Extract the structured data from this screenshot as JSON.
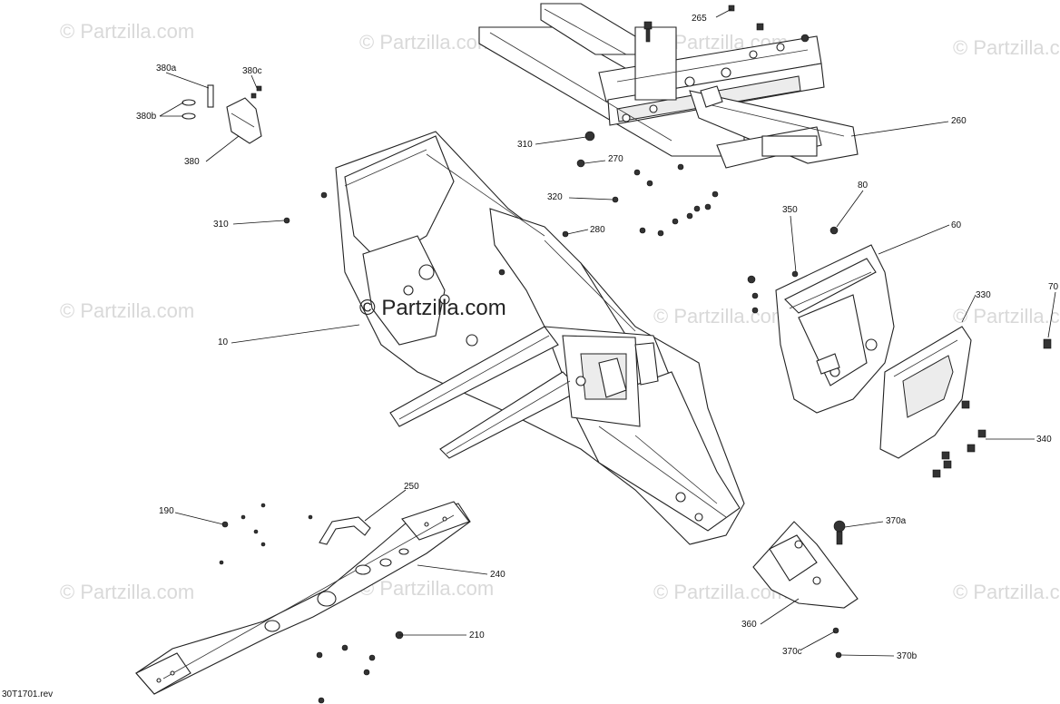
{
  "watermark": "© Partzilla.com",
  "center_watermark": "© Partzilla.com",
  "reference": "30T1701.rev",
  "callouts": {
    "c265": "265",
    "c260": "260",
    "c380a": "380a",
    "c380c": "380c",
    "c380b": "380b",
    "c380": "380",
    "c310a": "310",
    "c270": "270",
    "c310b": "310",
    "c320": "320",
    "c280": "280",
    "c80": "80",
    "c350": "350",
    "c60": "60",
    "c70": "70",
    "c330": "330",
    "c10": "10",
    "c340": "340",
    "c250": "250",
    "c190": "190",
    "c240": "240",
    "c370a": "370a",
    "c210": "210",
    "c360": "360",
    "c370c": "370c",
    "c370b": "370b"
  }
}
